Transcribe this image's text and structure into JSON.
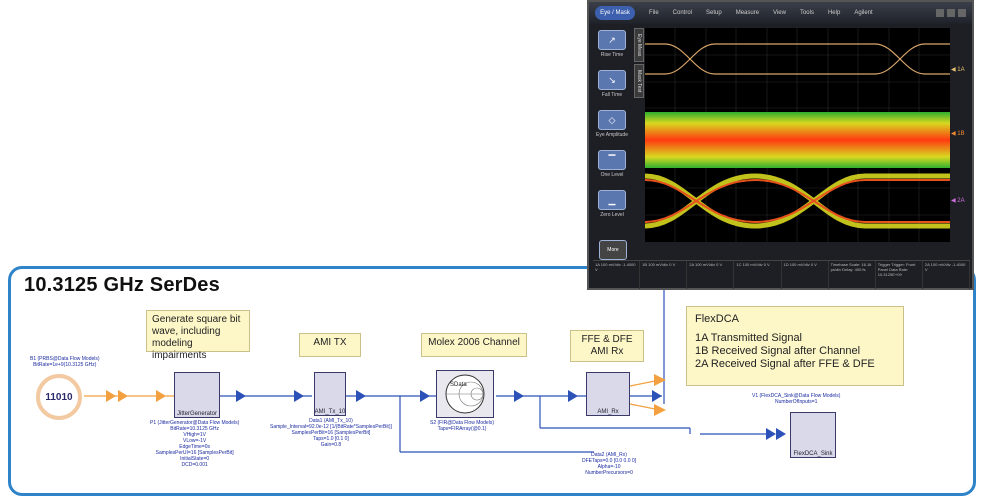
{
  "diagram": {
    "title": "10.3125 GHz SerDes",
    "notes": {
      "generate": "Generate square bit wave, including modeling impairments",
      "ami_tx": "AMI TX",
      "channel": "Molex 2006 Channel",
      "ffe_dfe": "FFE & DFE\nAMI Rx"
    },
    "legend": {
      "title": "FlexDCA",
      "items": [
        "1A Transmitted Signal",
        "1B Received Signal after Channel",
        "2A Received Signal after FFE & DFE"
      ]
    },
    "bits_label": "11010",
    "prbs_caption": "B1 (PRBS@Data Flow Models)\nBitRate=1e+9(10.3125 GHz)",
    "jitter_block": "JitterGenerator",
    "jitter_caption": "P1 (JitterGenerator@Data Flow Models)\nBitRate=10.3125 GHz\nVHigh=1V\nVLow=-1V\nEdgeTime=0s\nSamplesPerUI=16 [SamplesPerBit]\nInitialState=0\nDCD=0.001",
    "tx_block": "AMI_Tx_10",
    "tx_caption": "Data1 (AMI_Tx_10)\nSample_Interval=92.0e-12 [1/(BitRate*SamplesPerBit)]\nSamplesPerBit=16 [SamplesPerBit]\nTaps=1.0 [0.1 0]\nGain=0.8",
    "chan_block": "SData",
    "chan_caption": "S2 (FIR@Data Flow Models)\nTaps=FIRArray(@0.1)",
    "rx_block": "AMI_Rx",
    "rx_caption": "Data2 (AMI_Rx)\nDFETaps=0.0 [0.0 0.0 0]\nAlpha=-10\nNumberPrecursors=0",
    "dca_block": "FlexDCA_Sink",
    "dca_caption": "V1 (FlexDCA_Sink@Data Flow Models)\nNumberOfInputs=1"
  },
  "scope": {
    "mode": "Eye / Mask",
    "menu": [
      "File",
      "Control",
      "Setup",
      "Measure",
      "View",
      "Tools",
      "Help",
      "Agilent"
    ],
    "tools": [
      "Rise Time",
      "Fall Time",
      "Eye Amplitude",
      "One Level",
      "Zero Level"
    ],
    "side_tabs": [
      "Eye Meas",
      "Mask Test"
    ],
    "markers": [
      "1A",
      "1B",
      "2A"
    ],
    "more_label": "More",
    "footer": [
      "1A 100 mV/div -1.4000 V",
      "1B 100 mV/div 0 V",
      "2A 100 mV/div 0 V",
      "1C 100 mV/div 0 V",
      "1D 100 mV/div 0 V",
      "Timebase Scale: 16.16 ps/div Delay: 400 fs",
      "Trigger Trigger: Front Panel Data Rate: 10.3125E+09",
      "2A 100 mV/div -1.4000 V"
    ],
    "colors": {
      "1A": "#d9a66a",
      "1B": "#f08a10",
      "2A": "#e0e060"
    }
  }
}
